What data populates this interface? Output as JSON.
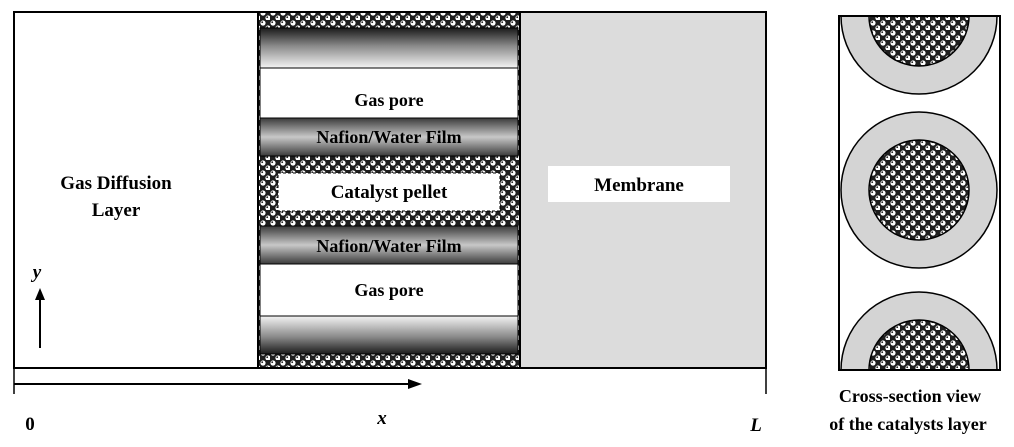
{
  "labels": {
    "gas_diffusion_line1": "Gas Diffusion",
    "gas_diffusion_line2": "Layer",
    "gas_pore_top": "Gas pore",
    "nafion_film_top": "Nafion/Water Film",
    "catalyst_pellet": "Catalyst pellet",
    "nafion_film_bottom": "Nafion/Water Film",
    "gas_pore_bottom": "Gas pore",
    "membrane": "Membrane",
    "y_axis": "y",
    "x_axis": "x",
    "origin": "0",
    "length": "L",
    "cross_section_line1": "Cross-section view",
    "cross_section_line2": "of the catalysts layer"
  },
  "colors": {
    "membrane": "#dcdcdc",
    "film_dark": "#3a3a3a",
    "film_light": "#f2f2f2",
    "annulus": "#d4d4d4",
    "outline": "#000000"
  }
}
